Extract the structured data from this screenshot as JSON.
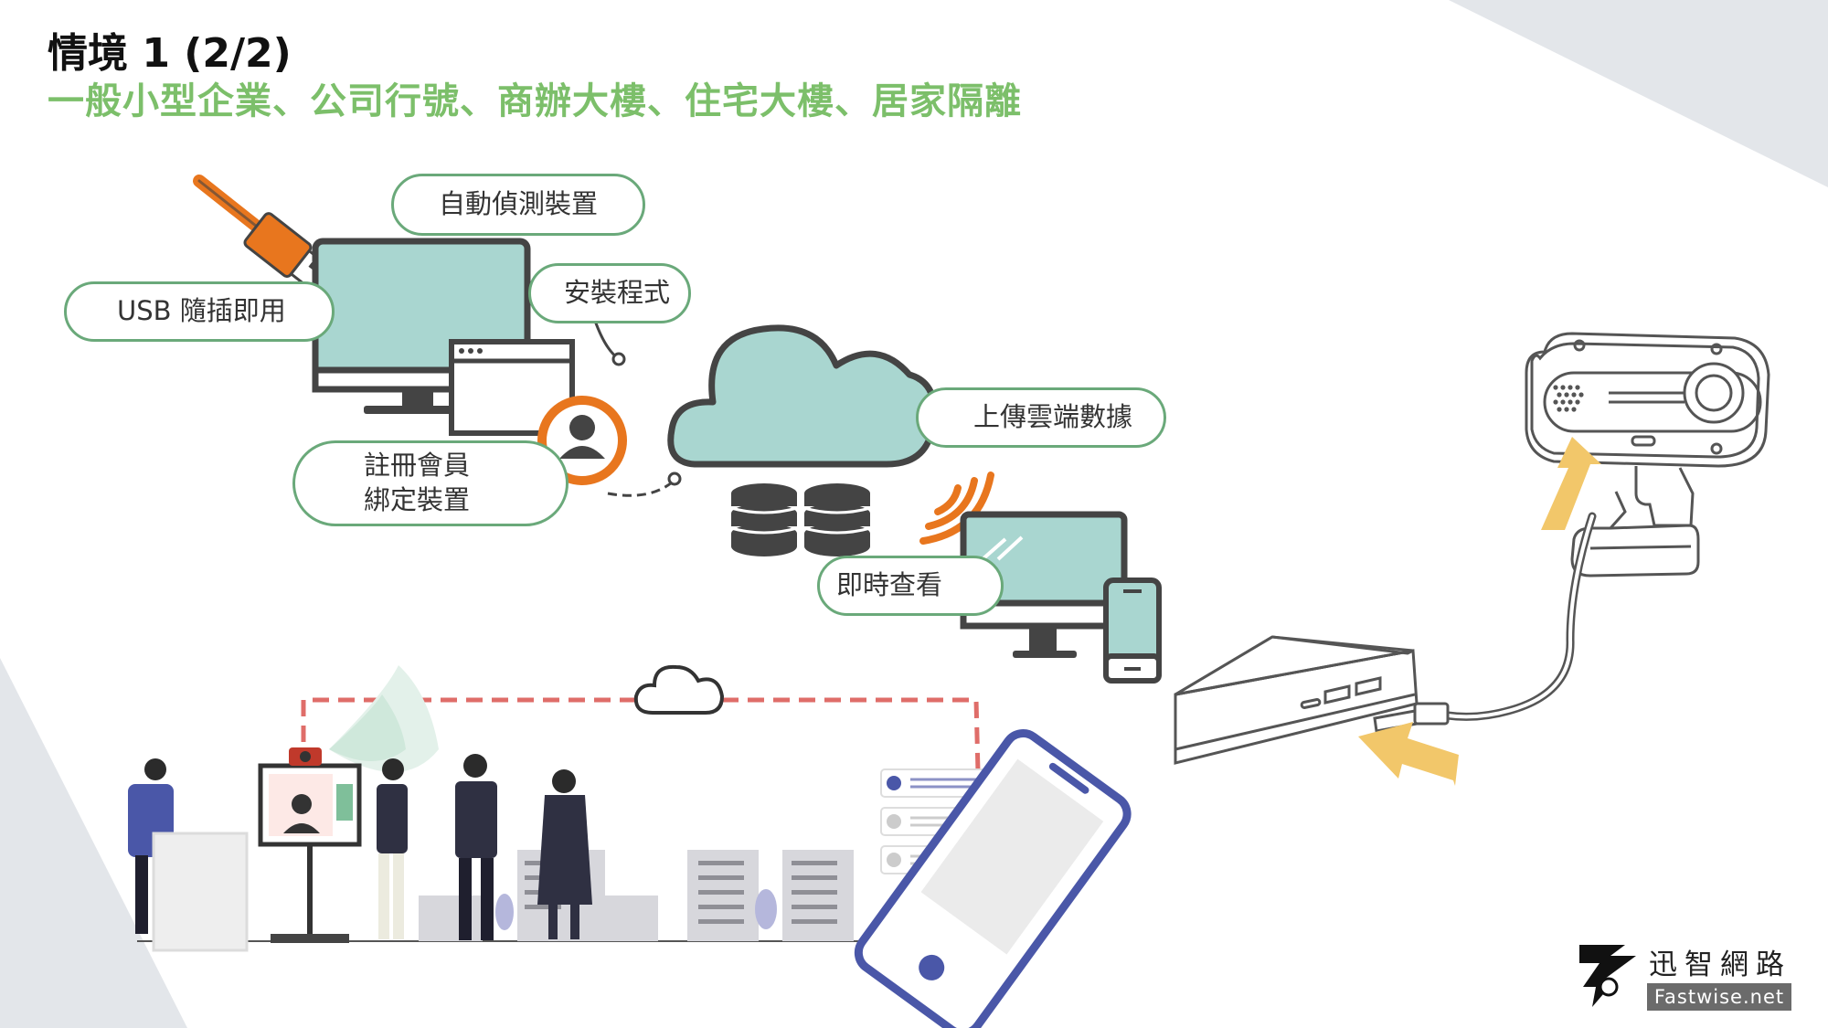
{
  "slide": {
    "title": "情境 1 (2/2)",
    "subtitle": "一般小型企業、公司行號、商辦大樓、住宅大樓、居家隔離"
  },
  "callouts": {
    "auto_detect": "自動偵測裝置",
    "install": "安裝程式",
    "usb_plug_and_play": "USB 隨插即用",
    "register_line1": "註冊會員",
    "register_line2": "綁定裝置",
    "cloud_upload": "上傳雲端數據",
    "realtime_view": "即時查看"
  },
  "logo": {
    "name": "迅智網路",
    "url": "Fastwise.net"
  },
  "colors": {
    "title": "#111111",
    "subtitle": "#7cbf6a",
    "pill_border": "#6aa97a",
    "screen_fill": "#a9d6d0",
    "orange_accent": "#e8761e",
    "yellow_arrow": "#f2c76a",
    "dashed_link": "#d9534f",
    "phone_blue": "#4a57a8"
  },
  "icons": [
    "usb-plug-icon",
    "desktop-monitor-icon",
    "app-window-icon",
    "user-avatar-icon",
    "cloud-icon",
    "database-icon",
    "wifi-signal-icon",
    "smartphone-icon",
    "webcam-icon",
    "mini-pc-icon",
    "upload-arrow-icon",
    "kiosk-face-scanner-icon"
  ]
}
